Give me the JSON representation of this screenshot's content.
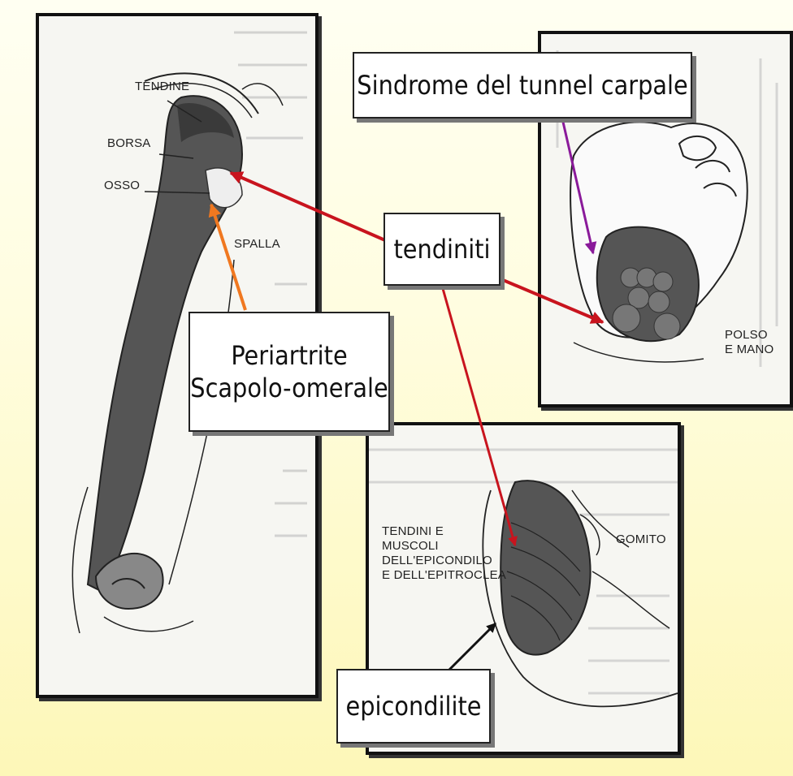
{
  "callouts": {
    "sindrome": "Sindrome del tunnel carpale",
    "tendiniti": "tendiniti",
    "periartrite_line1": "Periartrite",
    "periartrite_line2": "Scapolo-omerale",
    "epicondilite": "epicondilite"
  },
  "shoulder_panel": {
    "label_tendine": "TENDINE",
    "label_borsa": "BORSA",
    "label_osso": "OSSO",
    "label_spalla": "SPALLA"
  },
  "hand_panel": {
    "label_line1": "POLSO",
    "label_line2": "E MANO"
  },
  "elbow_panel": {
    "label_line1": "TENDINI E",
    "label_line2": "MUSCOLI",
    "label_line3": "DELL'EPICONDILO",
    "label_line4": "E DELL'EPITROCLEA",
    "label_gomito": "GOMITO"
  },
  "colors": {
    "tendiniti_arrows": "#c8141e",
    "periartrite_arrow": "#f07820",
    "sindrome_arrow": "#8a1a9a",
    "epicondilite_arrow": "#111111",
    "background": "#fffde0"
  }
}
